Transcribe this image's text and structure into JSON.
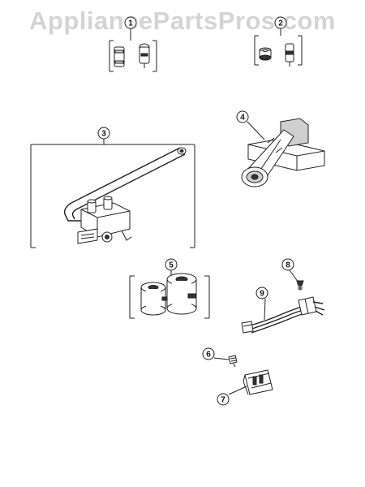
{
  "watermark": {
    "text": "AppliancePartsPros.com"
  },
  "callouts": [
    {
      "id": "1",
      "label": "1"
    },
    {
      "id": "2",
      "label": "2"
    },
    {
      "id": "3",
      "label": "3"
    },
    {
      "id": "4",
      "label": "4"
    },
    {
      "id": "5",
      "label": "5"
    },
    {
      "id": "6",
      "label": "6"
    },
    {
      "id": "7",
      "label": "7"
    },
    {
      "id": "8",
      "label": "8"
    },
    {
      "id": "9",
      "label": "9"
    }
  ]
}
